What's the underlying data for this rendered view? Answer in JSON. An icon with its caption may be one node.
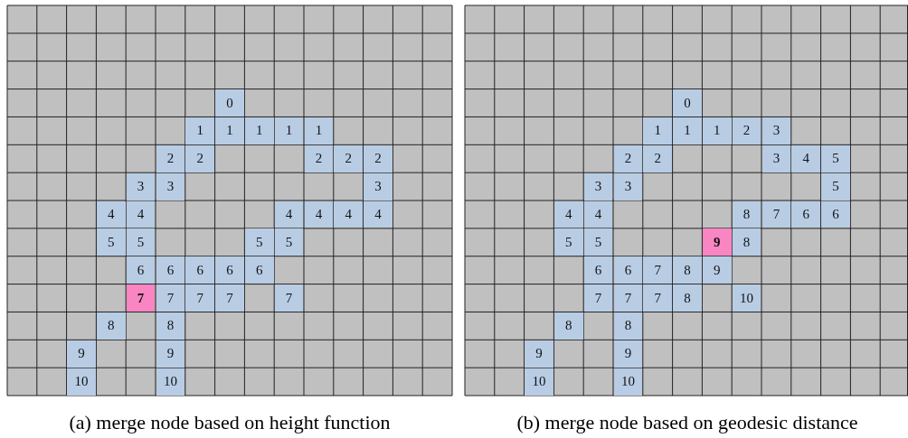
{
  "diagram": {
    "nodes": [
      {
        "text": [
          "0"
        ]
      },
      {
        "text": [
          "1"
        ]
      },
      {
        "text": [
          "1"
        ]
      },
      {
        "text": [
          "1"
        ]
      },
      {
        "text": [
          "1"
        ]
      },
      {
        "text": [
          "1"
        ]
      },
      {
        "text": [
          "2"
        ]
      },
      {
        "text": [
          "2"
        ]
      },
      {
        "text": [
          "2"
        ]
      },
      {
        "text": [
          "2"
        ]
      },
      {
        "text": [
          "2"
        ]
      },
      {
        "text": [
          "3"
        ]
      },
      {
        "text": [
          "3"
        ]
      },
      {
        "text": [
          "3"
        ]
      },
      {
        "text": [
          "4"
        ]
      },
      {
        "text": [
          "4"
        ]
      },
      {
        "text": [
          "4"
        ]
      },
      {
        "text": [
          "4"
        ]
      },
      {
        "text": [
          "4"
        ]
      },
      {
        "text": [
          "4"
        ]
      },
      {
        "text": [
          "5"
        ]
      },
      {
        "text": [
          "5"
        ]
      },
      {
        "text": [
          "5"
        ]
      },
      {
        "text": [
          "5"
        ]
      },
      {
        "text": [
          "6"
        ]
      },
      {
        "text": [
          "6"
        ]
      },
      {
        "text": [
          "6"
        ]
      },
      {
        "text": [
          "6"
        ]
      },
      {
        "text": [
          "6"
        ]
      },
      {
        "text": [
          "7"
        ]
      },
      {
        "text": [
          "7"
        ]
      },
      {
        "text": [
          "7"
        ]
      },
      {
        "text": [
          "7"
        ]
      },
      {
        "text": [
          "7"
        ]
      },
      {
        "text": [
          "8"
        ]
      },
      {
        "text": [
          "8"
        ]
      },
      {
        "text": [
          "9"
        ]
      },
      {
        "text": [
          "9"
        ]
      },
      {
        "text": [
          "10"
        ]
      },
      {
        "text": [
          "10"
        ]
      },
      {
        "text": [
          "0"
        ]
      },
      {
        "text": [
          "1"
        ]
      },
      {
        "text": [
          "1"
        ]
      },
      {
        "text": [
          "1"
        ]
      },
      {
        "text": [
          "2"
        ]
      },
      {
        "text": [
          "3"
        ]
      },
      {
        "text": [
          "2"
        ]
      },
      {
        "text": [
          "2"
        ]
      },
      {
        "text": [
          "3"
        ]
      },
      {
        "text": [
          "4"
        ]
      },
      {
        "text": [
          "5"
        ]
      },
      {
        "text": [
          "3"
        ]
      },
      {
        "text": [
          "3"
        ]
      },
      {
        "text": [
          "5"
        ]
      },
      {
        "text": [
          "4"
        ]
      },
      {
        "text": [
          "4"
        ]
      },
      {
        "text": [
          "8"
        ]
      },
      {
        "text": [
          "7"
        ]
      },
      {
        "text": [
          "6"
        ]
      },
      {
        "text": [
          "6"
        ]
      },
      {
        "text": [
          "5"
        ]
      },
      {
        "text": [
          "5"
        ]
      },
      {
        "text": [
          "9"
        ]
      },
      {
        "text": [
          "8"
        ]
      },
      {
        "text": [
          "6"
        ]
      },
      {
        "text": [
          "6"
        ]
      },
      {
        "text": [
          "7"
        ]
      },
      {
        "text": [
          "8"
        ]
      },
      {
        "text": [
          "9"
        ]
      },
      {
        "text": [
          "7"
        ]
      },
      {
        "text": [
          "7"
        ]
      },
      {
        "text": [
          "7"
        ]
      },
      {
        "text": [
          "8"
        ]
      },
      {
        "text": [
          "10"
        ]
      },
      {
        "text": [
          "8"
        ]
      },
      {
        "text": [
          "8"
        ]
      },
      {
        "text": [
          "9"
        ]
      },
      {
        "text": [
          "9"
        ]
      },
      {
        "text": [
          "10"
        ]
      },
      {
        "text": [
          "10"
        ]
      }
    ],
    "labels": [
      "(a) merge node based on height function",
      "(b) merge node based on geodesic distance"
    ]
  }
}
